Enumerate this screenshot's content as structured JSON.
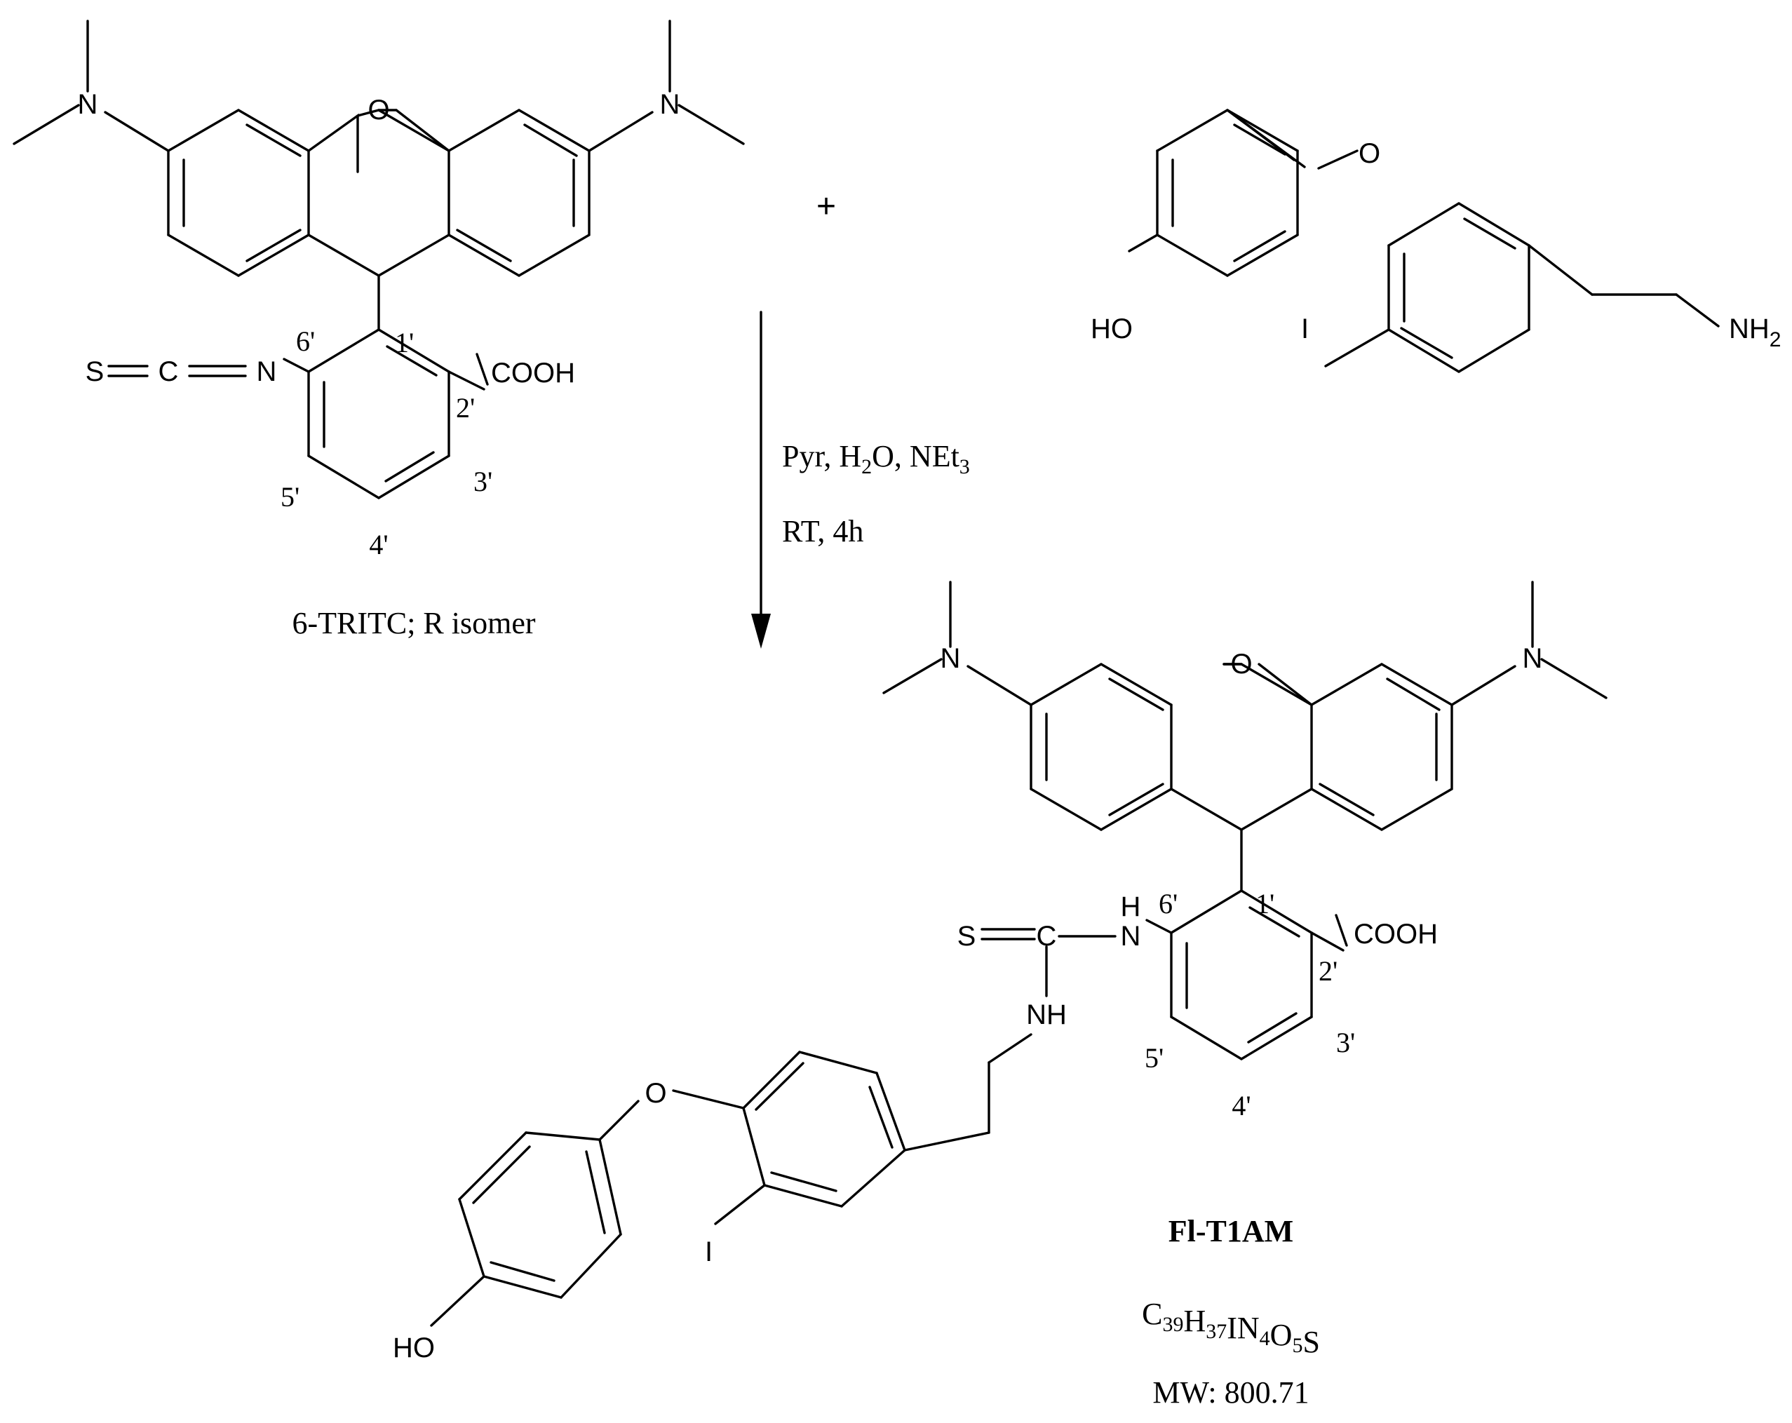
{
  "reactant_1": {
    "name": "6-TRITC; R isomer",
    "atoms": {
      "O": "O",
      "N": "N",
      "S": "S",
      "C": "C",
      "COOH": "COOH"
    },
    "positions": [
      "1'",
      "2'",
      "3'",
      "4'",
      "5'",
      "6'"
    ]
  },
  "plus_sign": "+",
  "reactant_2": {
    "atoms": {
      "O": "O",
      "HO": "HO",
      "I": "I",
      "NH2": "NH",
      "NH2_sub": "2"
    }
  },
  "conditions": {
    "line1": {
      "a": "Pyr, H",
      "a_sub": "2",
      "b": "O, NEt",
      "b_sub": "3"
    },
    "line2": "RT, 4h"
  },
  "product": {
    "name": "Fl-T1AM",
    "formula": [
      {
        "t": "C",
        "sub": "39"
      },
      {
        "t": "H",
        "sub": "37"
      },
      {
        "t": "IN",
        "sub": "4"
      },
      {
        "t": "O",
        "sub": "5"
      },
      {
        "t": "S",
        "sub": ""
      }
    ],
    "mw": "MW: 800.71",
    "atoms": {
      "O": "O",
      "N": "N",
      "S": "S",
      "C": "C",
      "H": "H",
      "NH": "NH",
      "COOH": "COOH",
      "HO": "HO",
      "I": "I"
    },
    "positions": [
      "1'",
      "2'",
      "3'",
      "4'",
      "5'",
      "6'"
    ]
  }
}
